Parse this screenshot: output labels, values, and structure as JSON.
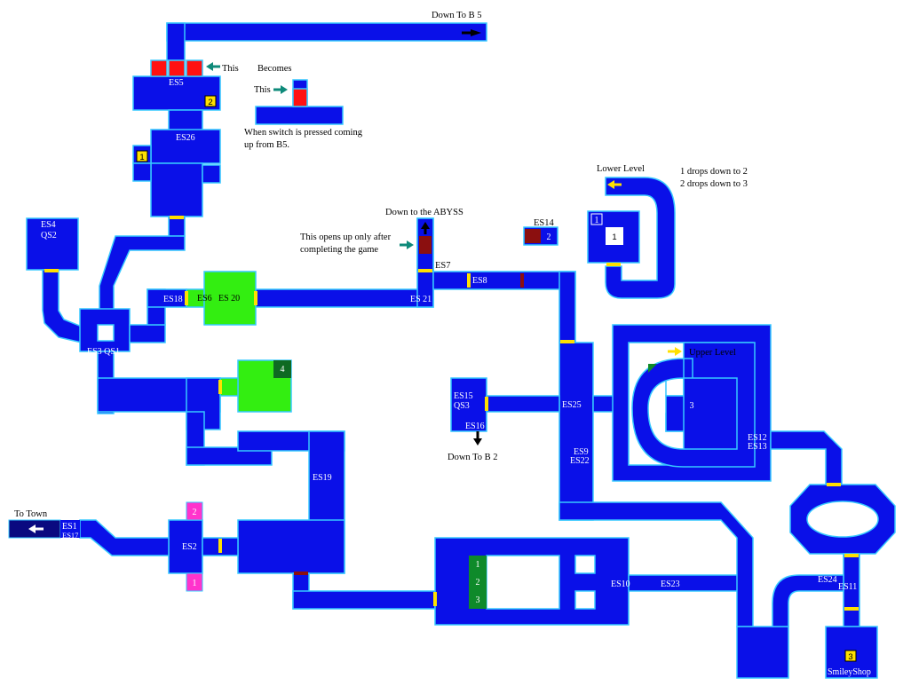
{
  "colors": {
    "floor": "#0a10e8",
    "edge": "#36c8ff",
    "door": "#ffe000",
    "room": "#33ee11",
    "red": "#ff1111",
    "brown": "#8b0f0f",
    "magenta": "#ff33cc",
    "dkgreen": "#0e8a2a",
    "navy": "#0a0a80"
  },
  "labels": {
    "down_b5": "Down To B 5",
    "this1": "This",
    "becomes": "Becomes",
    "this2": "This",
    "switch_note1": "When switch is pressed coming",
    "switch_note2": "up from B5.",
    "lower_level": "Lower Level",
    "drops1": "1 drops down to 2",
    "drops2": "2 drops down to 3",
    "abyss": "Down to the ABYSS",
    "opens1": "This opens up only after",
    "opens2": "completing the game",
    "upper_level": "Upper Level",
    "down_b2": "Down To B 2",
    "to_town": "To Town",
    "es5": "ES5",
    "es26": "ES26",
    "es4": "ES4",
    "qs2": "QS2",
    "es3qs1": "ES3 QS1",
    "es18": "ES18",
    "es6": "ES6",
    "es20": "ES 20",
    "es21": "ES 21",
    "es7": "ES7",
    "es8": "ES8",
    "es14": "ES14",
    "es15": "ES15",
    "qs3": "QS3",
    "es16": "ES16",
    "es25": "ES25",
    "es9": "ES9",
    "es22": "ES22",
    "es12": "ES12",
    "es13": "ES13",
    "es19": "ES19",
    "es1": "ES1",
    "es17": "ES17",
    "es2": "ES2",
    "es10": "ES10",
    "es23": "ES23",
    "es24": "ES24",
    "es11": "ES11",
    "smiley": "SmileyShop"
  },
  "markers": {
    "m1": "1",
    "m2": "2",
    "m3": "3",
    "m4": "4"
  }
}
